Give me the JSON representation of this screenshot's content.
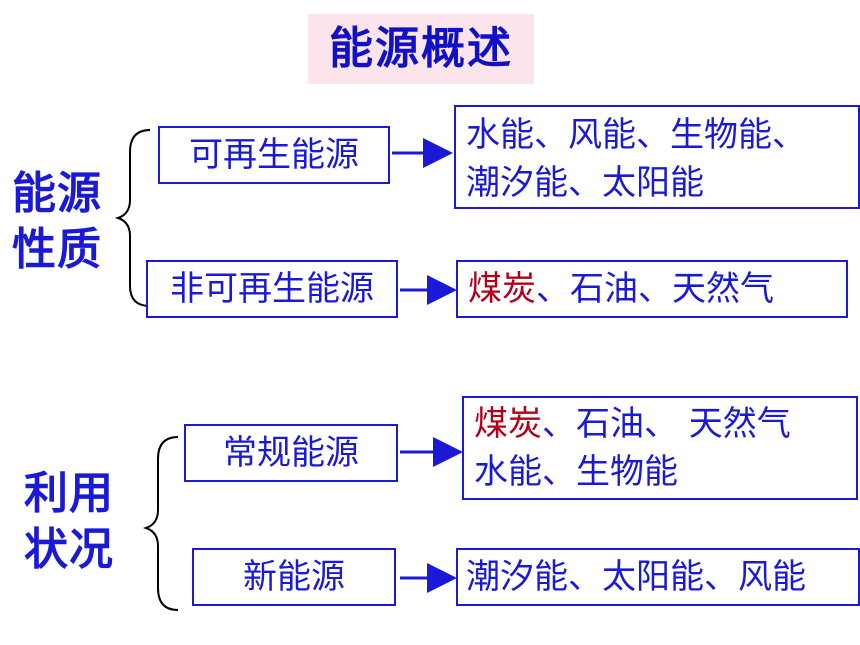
{
  "title": "能源概述",
  "group1": {
    "label_line1": "能源",
    "label_line2": "性质",
    "items": [
      {
        "name": "可再生能源",
        "desc_line1": "水能、风能、生物能、",
        "desc_line2": "潮汐能、太阳能"
      },
      {
        "name": "非可再生能源",
        "desc_highlight": "煤炭",
        "desc_rest": "、石油、天然气"
      }
    ]
  },
  "group2": {
    "label_line1": "利用",
    "label_line2": "状况",
    "items": [
      {
        "name": "常规能源",
        "desc_highlight": "煤炭",
        "desc_rest": "、石油、 天然气",
        "desc_line2": "水能、生物能"
      },
      {
        "name": "新能源",
        "desc": "潮汐能、太阳能、风能"
      }
    ]
  },
  "colors": {
    "text": "#1a1ad6",
    "highlight": "#b0001a",
    "title_bg": "#fbe4ec"
  }
}
